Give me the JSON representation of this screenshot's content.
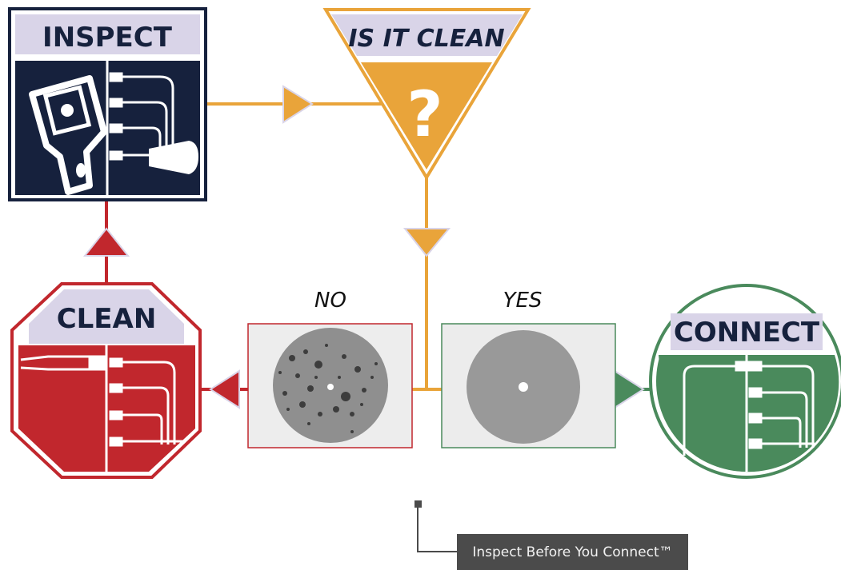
{
  "steps": {
    "inspect": {
      "label": "INSPECT"
    },
    "decision": {
      "label": "IS IT CLEAN",
      "symbol": "?"
    },
    "clean": {
      "label": "CLEAN"
    },
    "connect": {
      "label": "CONNECT"
    }
  },
  "branches": {
    "no": {
      "label": "NO"
    },
    "yes": {
      "label": "YES"
    }
  },
  "footer": {
    "caption": "Inspect Before You Connect™"
  },
  "colors": {
    "navy": "#16213d",
    "orange": "#e9a43a",
    "red": "#c1272d",
    "green": "#4a8a5c",
    "lavender": "#d9d4e8",
    "caption_bg": "#4b4b4b"
  }
}
